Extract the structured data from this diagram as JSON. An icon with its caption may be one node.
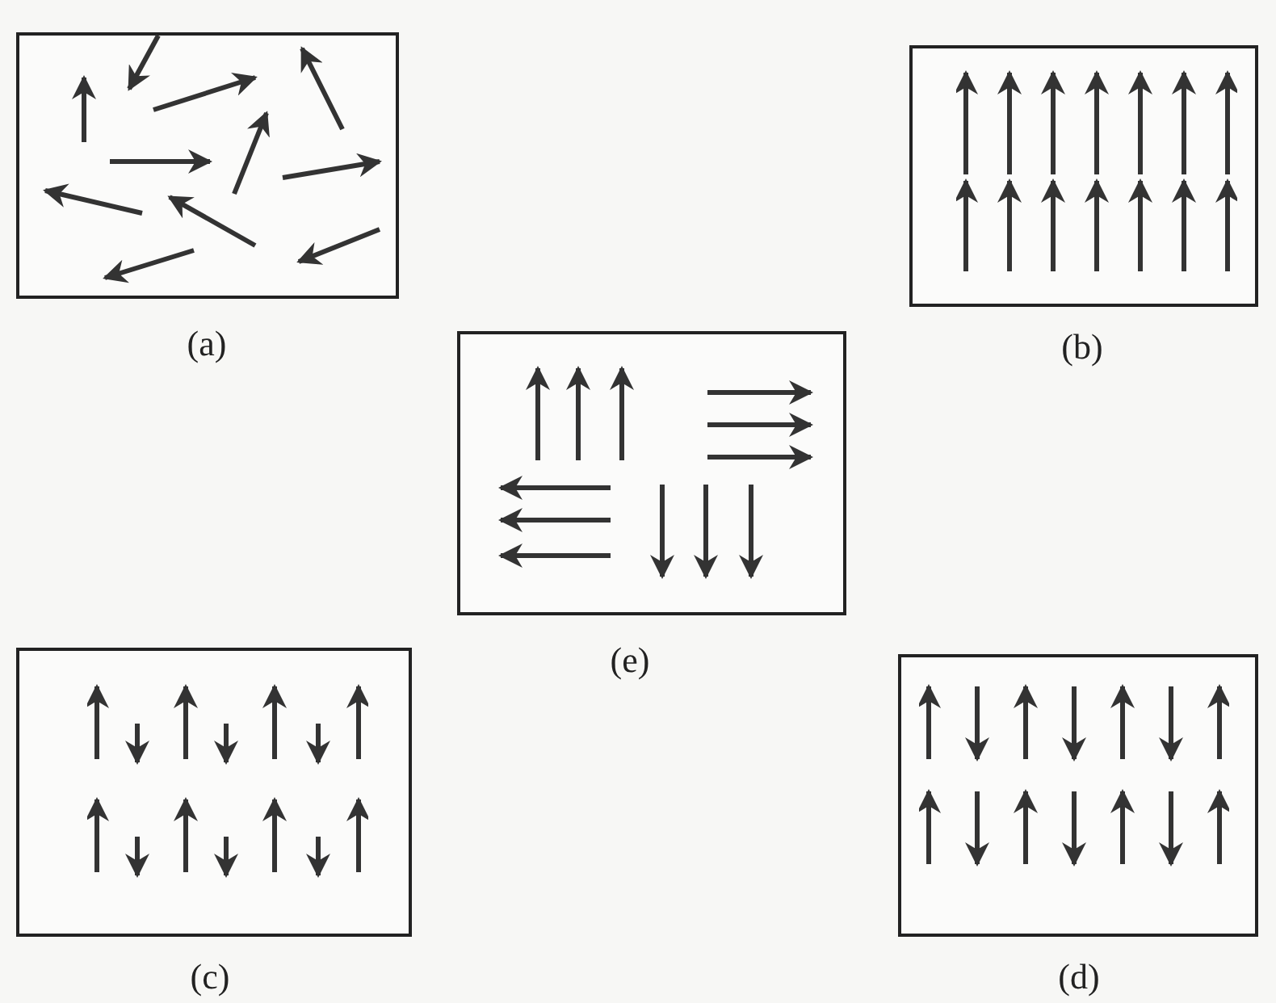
{
  "diagram": {
    "labels": [
      "(a)",
      "(b)",
      "(e)",
      "(c)",
      "(d)"
    ]
  }
}
